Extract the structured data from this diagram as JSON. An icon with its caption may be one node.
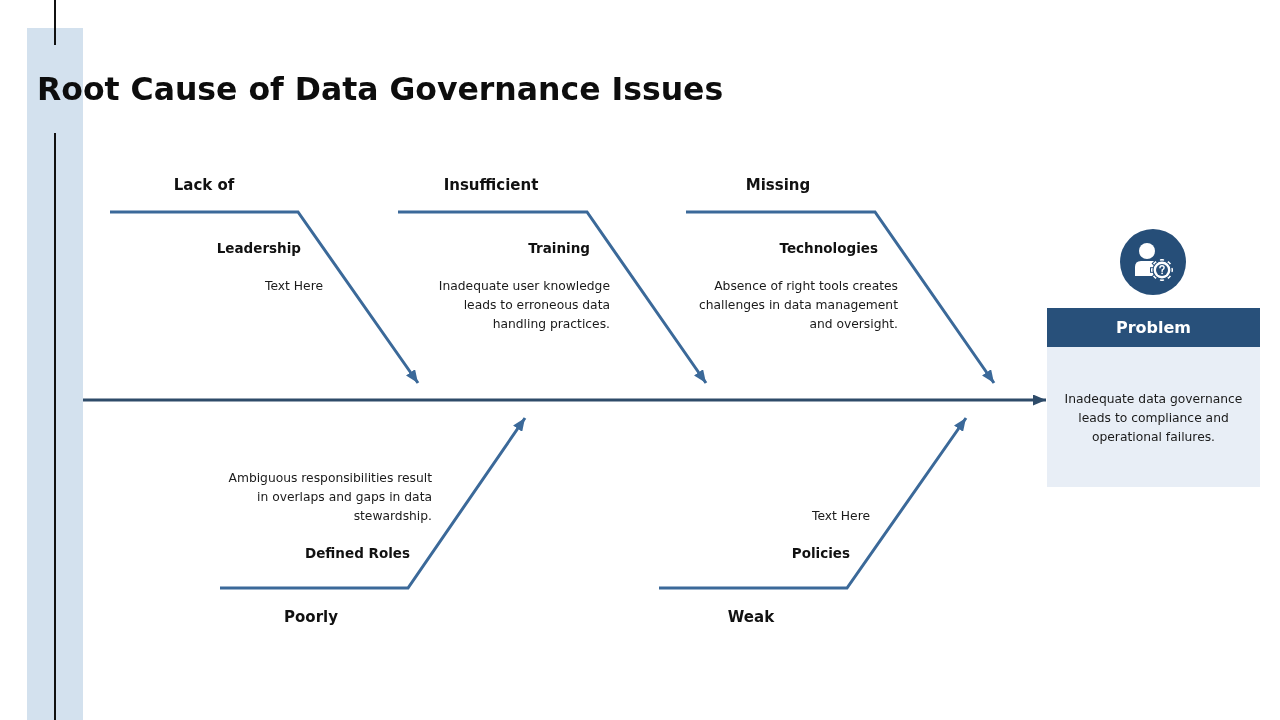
{
  "diagram": {
    "title": "Root Cause of Data Governance Issues",
    "nodes": [
      {
        "text": [],
        "shape": "bar"
      },
      {
        "text": [
          "Lack of",
          "Leadership",
          "Text Here"
        ]
      },
      {
        "text": [
          "Insufficient",
          "Training",
          "Inadequate user knowledge leads to erroneous data handling practices."
        ]
      },
      {
        "text": [
          "Missing",
          "Technologies",
          "Absence of right tools creates challenges in data management and oversight."
        ]
      },
      {
        "text": [
          "Ambiguous responsibilities result in overlaps and gaps in data stewardship.",
          "Defined Roles",
          "Poorly"
        ]
      },
      {
        "text": [
          "Text Here",
          "Policies",
          "Weak"
        ]
      },
      {
        "text": [
          "Problem",
          "Inadequate data governance leads to compliance and operational failures."
        ]
      }
    ],
    "edges": [
      {
        "from": 1,
        "to": null,
        "arrow": "to"
      },
      {
        "from": 2,
        "to": null,
        "arrow": "to"
      },
      {
        "from": 3,
        "to": null,
        "arrow": "to"
      },
      {
        "from": 4,
        "to": null,
        "arrow": "to"
      },
      {
        "from": 5,
        "to": null,
        "arrow": "to"
      },
      {
        "from": 0,
        "to": 6,
        "arrow": "to",
        "color": "#2e4b69"
      }
    ]
  }
}
